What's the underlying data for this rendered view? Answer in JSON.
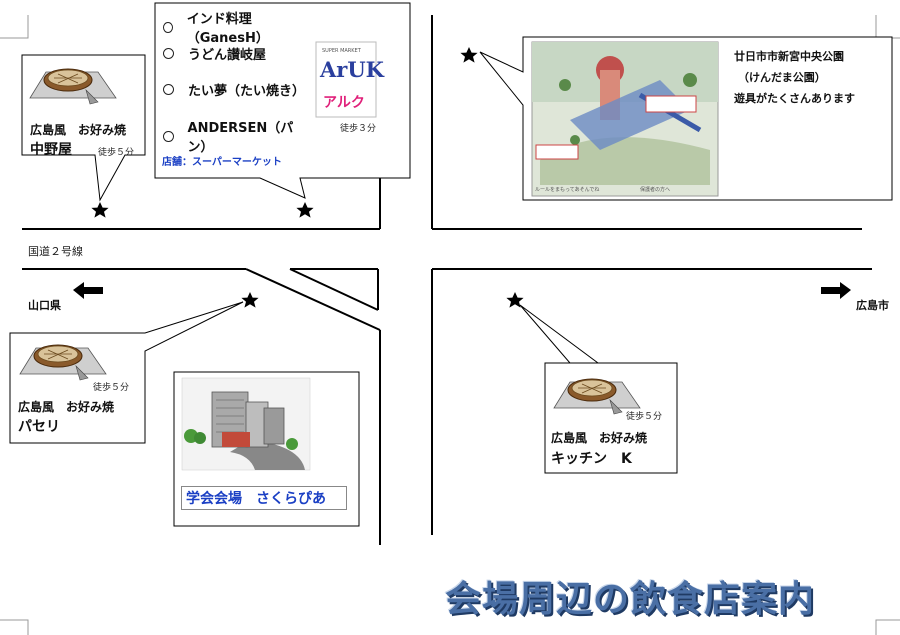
{
  "roads": {
    "route_label": "国道２号線",
    "left_direction": "山口県",
    "right_direction": "広島市"
  },
  "callouts": {
    "nakanoya": {
      "type": "広島風　お好み焼",
      "name": "中野屋",
      "walk": "徒歩５分"
    },
    "mall": {
      "items": [
        "インド料理（GanesH）",
        "うどん讃岐屋",
        "たい夢（たい焼き）",
        "ANDERSEN（パン）"
      ],
      "logo_small": "SUPER MARKET",
      "logo_main": "ArUK",
      "logo_kana": "アルク",
      "walk": "徒歩３分",
      "store_label": "店舗：スーパーマーケット"
    },
    "park": {
      "line1": "廿日市市新宮中央公園",
      "line2": "（けんだま公園）",
      "line3": "遊具がたくさんあります",
      "photo_caption_left": "ルールをまもってあそんでね",
      "photo_caption_right": "保護者の方へ"
    },
    "paseri": {
      "type": "広島風　お好み焼",
      "name": "パセリ",
      "walk": "徒歩５分"
    },
    "venue": {
      "name": "学会会場　さくらぴあ"
    },
    "kitchen": {
      "type": "広島風　お好み焼",
      "name": "キッチン　K",
      "walk": "徒歩５分"
    }
  },
  "title": "会場周辺の飲食店案内",
  "colors": {
    "venue_text": "#1a3fc4",
    "store_label": "#1a3fc4",
    "logo_main": "#2a3f9e",
    "logo_kana": "#e0207a",
    "title": "#4a6fa5"
  }
}
